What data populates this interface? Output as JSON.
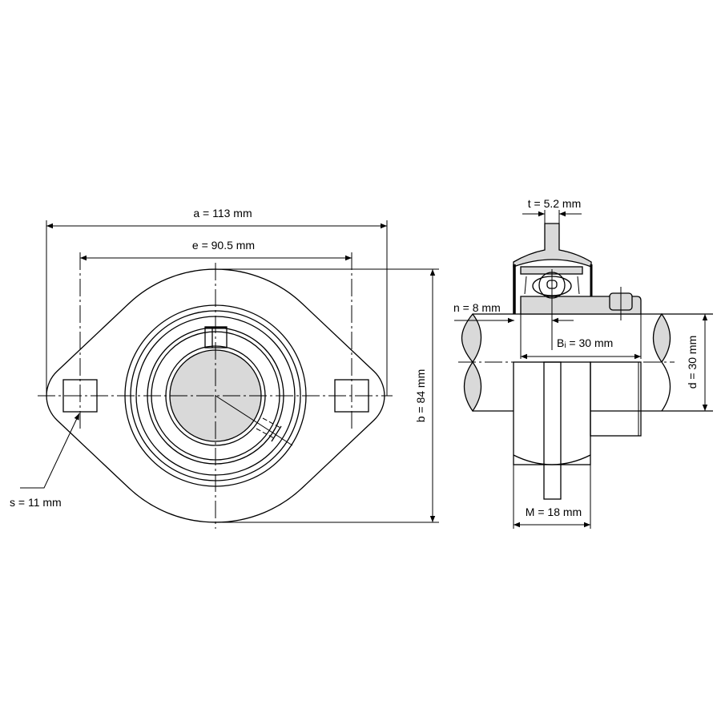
{
  "front_view": {
    "dim_a": "a = 113 mm",
    "dim_e": "e = 90.5 mm",
    "dim_b": "b = 84 mm",
    "dim_s": "s = 11 mm"
  },
  "side_view": {
    "dim_t": "t = 5.2 mm",
    "dim_n": "n = 8 mm",
    "dim_bi": "Bᵢ = 30 mm",
    "dim_d": "d = 30 mm",
    "dim_m": "M = 18 mm"
  },
  "colors": {
    "line": "#000000",
    "shade": "#d9d9d9",
    "background": "#ffffff"
  }
}
